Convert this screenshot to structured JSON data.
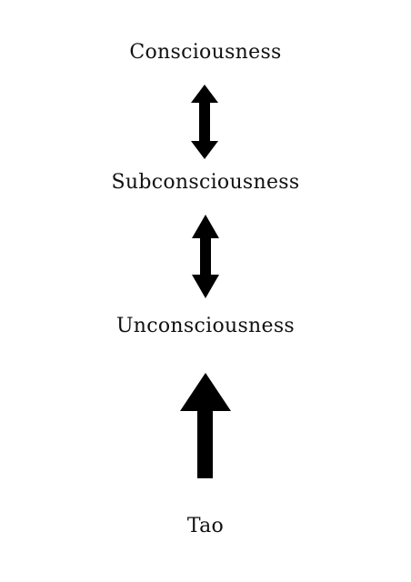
{
  "diagram": {
    "nodes": [
      {
        "id": "consciousness",
        "label": "Consciousness"
      },
      {
        "id": "subconsciousness",
        "label": "Subconsciousness"
      },
      {
        "id": "unconsciousness",
        "label": "Unconsciousness"
      },
      {
        "id": "tao",
        "label": "Tao"
      }
    ],
    "edges": [
      {
        "from": "consciousness",
        "to": "subconsciousness",
        "direction": "bidirectional"
      },
      {
        "from": "subconsciousness",
        "to": "unconsciousness",
        "direction": "bidirectional"
      },
      {
        "from": "tao",
        "to": "unconsciousness",
        "direction": "up"
      }
    ],
    "colors": {
      "text": "#111111",
      "arrow": "#000000",
      "background": "#ffffff"
    }
  }
}
